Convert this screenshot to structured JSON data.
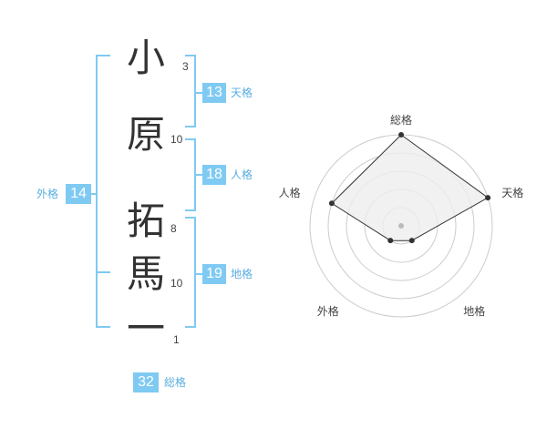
{
  "name": {
    "chars": [
      "小",
      "原",
      "拓",
      "馬",
      "一"
    ],
    "strokes": [
      "3",
      "10",
      "8",
      "10",
      "1"
    ]
  },
  "fortune": {
    "tenkaku": {
      "value": "13",
      "label": "天格"
    },
    "jinkaku": {
      "value": "18",
      "label": "人格"
    },
    "chikaku": {
      "value": "19",
      "label": "地格"
    },
    "gaikaku": {
      "value": "14",
      "label": "外格"
    },
    "soukaku": {
      "value": "32",
      "label": "総格"
    }
  },
  "colors": {
    "accent": "#7fcaf2",
    "label_text": "#5aaee0",
    "radar_line": "#333333",
    "radar_fill": "#eeeeee",
    "grid": "#cccccc"
  },
  "chart_data": {
    "type": "radar",
    "axes": [
      "総格",
      "天格",
      "地格",
      "外格",
      "人格"
    ],
    "values": [
      5,
      5,
      1,
      1,
      4
    ],
    "rmax": 5,
    "rings": 5,
    "grid": true
  }
}
